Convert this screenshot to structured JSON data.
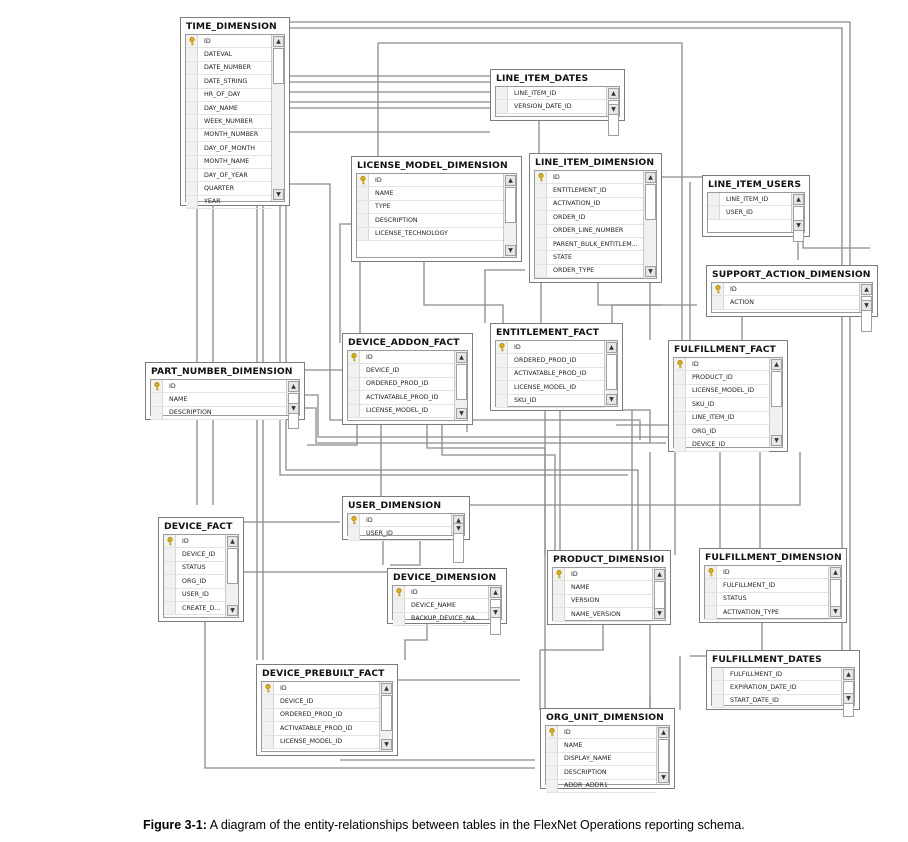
{
  "caption": {
    "label": "Figure 3-1:",
    "text": "A diagram of the entity-relationships between tables in the FlexNet Operations reporting schema."
  },
  "icons": {
    "primary_key": "key-icon",
    "relationship_end": "key-icon"
  },
  "colors": {
    "key": "#e0b400",
    "line": "#8a8a8a",
    "border": "#7c7c7c"
  },
  "tables": [
    {
      "id": "time_dimension",
      "name": "TIME_DIMENSION",
      "columns": [
        "ID",
        "DATEVAL",
        "DATE_NUMBER",
        "DATE_STRING",
        "HR_OF_DAY",
        "DAY_NAME",
        "WEEK_NUMBER",
        "MONTH_NUMBER",
        "DAY_OF_MONTH",
        "MONTH_NAME",
        "DAY_OF_YEAR",
        "QUARTER",
        "YEAR"
      ]
    },
    {
      "id": "line_item_dates",
      "name": "LINE_ITEM_DATES",
      "columns": [
        "LINE_ITEM_ID",
        "VERSION_DATE_ID"
      ]
    },
    {
      "id": "license_model_dimension",
      "name": "LICENSE_MODEL_DIMENSION",
      "columns": [
        "ID",
        "NAME",
        "TYPE",
        "DESCRIPTION",
        "LICENSE_TECHNOLOGY"
      ]
    },
    {
      "id": "line_item_dimension",
      "name": "LINE_ITEM_DIMENSION",
      "columns": [
        "ID",
        "ENTITLEMENT_ID",
        "ACTIVATION_ID",
        "ORDER_ID",
        "ORDER_LINE_NUMBER",
        "PARENT_BULK_ENTITLEM...",
        "STATE",
        "ORDER_TYPE"
      ]
    },
    {
      "id": "line_item_users",
      "name": "LINE_ITEM_USERS",
      "columns": [
        "LINE_ITEM_ID",
        "USER_ID"
      ]
    },
    {
      "id": "support_action_dimension",
      "name": "SUPPORT_ACTION_DIMENSION",
      "columns": [
        "ID",
        "ACTION"
      ]
    },
    {
      "id": "device_addon_fact",
      "name": "DEVICE_ADDON_FACT",
      "columns": [
        "ID",
        "DEVICE_ID",
        "ORDERED_PROD_ID",
        "ACTIVATABLE_PROD_ID",
        "LICENSE_MODEL_ID"
      ]
    },
    {
      "id": "entitlement_fact",
      "name": "ENTITLEMENT_FACT",
      "columns": [
        "ID",
        "ORDERED_PROD_ID",
        "ACTIVATABLE_PROD_ID",
        "LICENSE_MODEL_ID",
        "SKU_ID"
      ]
    },
    {
      "id": "fulfillment_fact",
      "name": "FULFILLMENT_FACT",
      "columns": [
        "ID",
        "PRODUCT_ID",
        "LICENSE_MODEL_ID",
        "SKU_ID",
        "LINE_ITEM_ID",
        "ORG_ID",
        "DEVICE_ID"
      ]
    },
    {
      "id": "part_number_dimension",
      "name": "PART_NUMBER_DIMENSION",
      "columns": [
        "ID",
        "NAME",
        "DESCRIPTION"
      ]
    },
    {
      "id": "user_dimension",
      "name": "USER_DIMENSION",
      "columns": [
        "ID",
        "USER_ID"
      ]
    },
    {
      "id": "device_fact",
      "name": "DEVICE_FACT",
      "columns": [
        "ID",
        "DEVICE_ID",
        "STATUS",
        "ORG_ID",
        "USER_ID",
        "CREATE_D..."
      ]
    },
    {
      "id": "device_dimension",
      "name": "DEVICE_DIMENSION",
      "columns": [
        "ID",
        "DEVICE_NAME",
        "BACKUP_DEVICE_NA..."
      ]
    },
    {
      "id": "product_dimension",
      "name": "PRODUCT_DIMENSIOI",
      "columns": [
        "ID",
        "NAME",
        "VERSION",
        "NAME_VERSION"
      ]
    },
    {
      "id": "fulfillment_dimension",
      "name": "FULFILLMENT_DIMENSION",
      "columns": [
        "ID",
        "FULFILLMENT_ID",
        "STATUS",
        "ACTIVATION_TYPE"
      ]
    },
    {
      "id": "device_prebuilt_fact",
      "name": "DEVICE_PREBUILT_FACT",
      "columns": [
        "ID",
        "DEVICE_ID",
        "ORDERED_PROD_ID",
        "ACTIVATABLE_PROD_ID",
        "LICENSE_MODEL_ID"
      ]
    },
    {
      "id": "fulfillment_dates",
      "name": "FULFILLMENT_DATES",
      "columns": [
        "FULFILLMENT_ID",
        "EXPIRATION_DATE_ID",
        "START_DATE_ID"
      ]
    },
    {
      "id": "org_unit_dimension",
      "name": "ORG_UNIT_DIMENSION",
      "columns": [
        "ID",
        "NAME",
        "DISPLAY_NAME",
        "DESCRIPTION",
        "ADDR_ADDR1"
      ]
    }
  ]
}
